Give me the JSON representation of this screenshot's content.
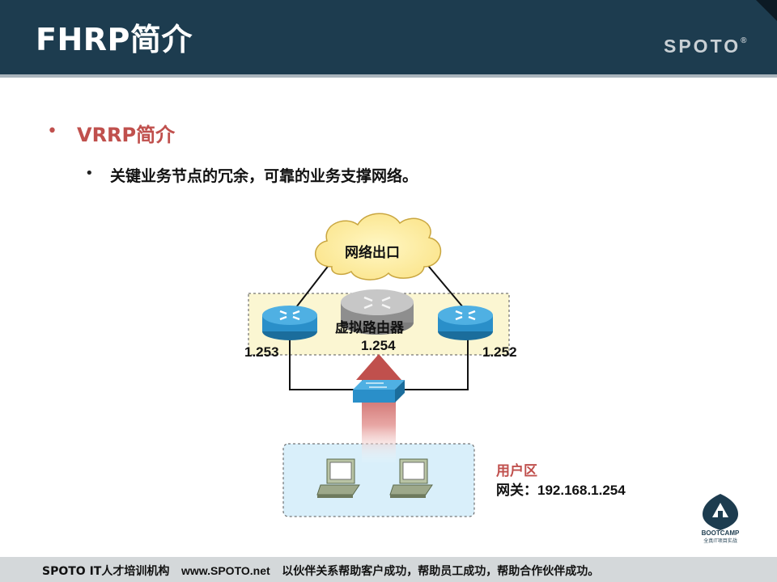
{
  "slide": {
    "title": "FHRP简介",
    "logo": "SPOTO",
    "logo_mark": "®",
    "bullet_heading": "VRRP简介",
    "bullet_sub": "关键业务节点的冗余，可靠的业务支撑网络。"
  },
  "diagram": {
    "cloud_label": "网络出口",
    "virtual_router_label": "虚拟路由器",
    "left_router_ip": "1.253",
    "virtual_router_ip": "1.254",
    "right_router_ip": "1.252",
    "user_zone_label": "用户区",
    "gateway_label": "网关：",
    "gateway_value": "192.168.1.254",
    "icons": [
      "cloud-icon",
      "router-icon",
      "switch-icon",
      "pc-icon"
    ]
  },
  "badge": {
    "name": "BOOTCAMP",
    "sub": "全真IT项目实战"
  },
  "footer": {
    "org": "SPOTO IT人才培训机构",
    "site": "www.SPOTO.net",
    "slogan": "以伙伴关系帮助客户成功，帮助员工成功，帮助合作伙伴成功。"
  },
  "colors": {
    "header_bg": "#1d3c4f",
    "accent_red": "#c0504d",
    "router_blue": "#2a8fc9",
    "zone_yellow": "#fbf6d2",
    "zone_blue": "#d9effa",
    "footer_bg": "#d4d8da"
  }
}
